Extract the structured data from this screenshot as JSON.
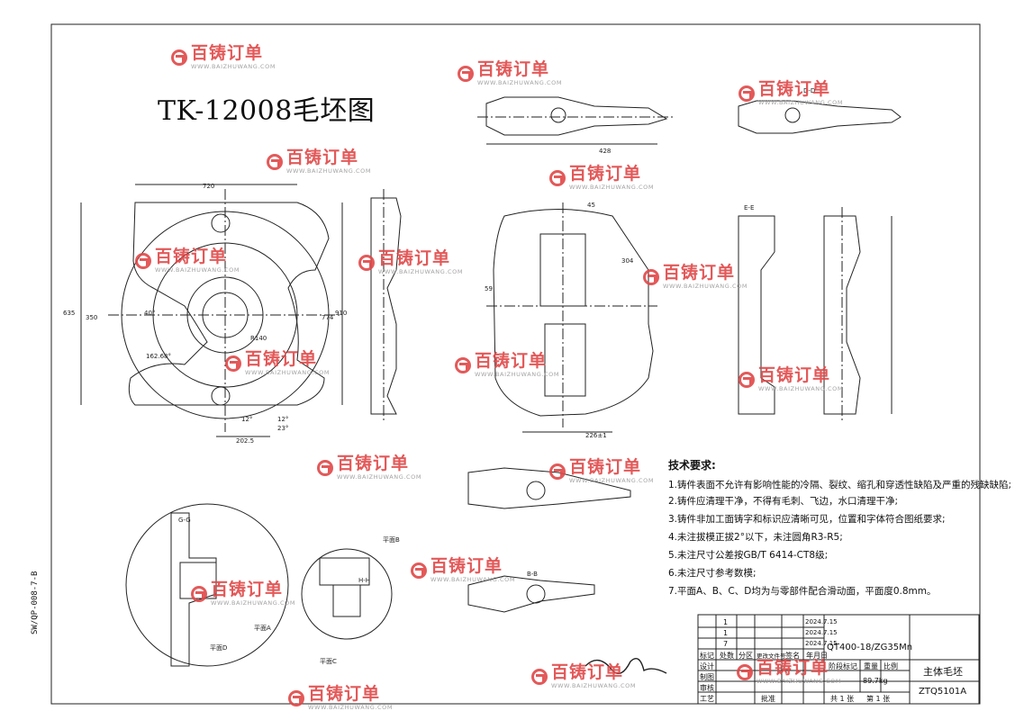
{
  "drawing": {
    "title": "TK-12008毛坯图",
    "side_code": "SW/QP-008-7-B"
  },
  "tech": {
    "heading": "技术要求:",
    "items": [
      "1.铸件表面不允许有影响性能的冷隔、裂纹、缩孔和穿透性缺陷及严重的残缺缺陷;",
      "2.铸件应清理干净，不得有毛刺、飞边，水口清理干净;",
      "3.铸件非加工面铸字和标识应清晰可见，位置和字体符合图纸要求;",
      "4.未注拔模正拔2°以下，未注圆角R3-R5;",
      "5.未注尺寸公差按GB/T 6414-CT8级;",
      "6.未注尺寸参考数模;",
      "7.平面A、B、C、D均为与零部件配合滑动面，平面度0.8mm。"
    ]
  },
  "title_block": {
    "revisions": [
      {
        "qty": "1",
        "date": "2024.7.15"
      },
      {
        "qty": "1",
        "date": "2024.7.15"
      },
      {
        "qty": "7",
        "date": "2024.7.15"
      }
    ],
    "header_cells": [
      "标记",
      "处数",
      "分区",
      "更改文件号",
      "签名",
      "年月日"
    ],
    "material": "QT400-18/ZG35Mn",
    "part_name": "主体毛坯",
    "drawing_no": "ZTQ5101A",
    "weight": "89.7kg",
    "stage_label": "阶段标记",
    "weight_label": "重量",
    "scale_label": "比例",
    "sheets_total": "共 1 张",
    "sheet_no": "第 1 张",
    "roles": [
      "设计",
      "",
      "制图",
      "审核",
      "工艺"
    ],
    "approve_label": "批准"
  },
  "watermark": {
    "brand": "百铸订单",
    "url": "WWW.BAIZHUWANG.COM"
  },
  "dimensions": {
    "top_view": [
      "720",
      "635",
      "350",
      "774",
      "910",
      "202.5",
      "162.68°",
      "40°",
      "12°",
      "12°",
      "23°",
      "R140"
    ],
    "e_view": [
      "45",
      "304",
      "428",
      "226±1",
      "59"
    ],
    "section_labels": [
      "G-G",
      "H-H",
      "B-B",
      "E-E",
      "D-D",
      "平面A",
      "平面B",
      "平面C",
      "平面D"
    ]
  },
  "colors": {
    "line": "#222222",
    "watermark_red": "#e04848",
    "watermark_gray": "#9a9a9a"
  }
}
